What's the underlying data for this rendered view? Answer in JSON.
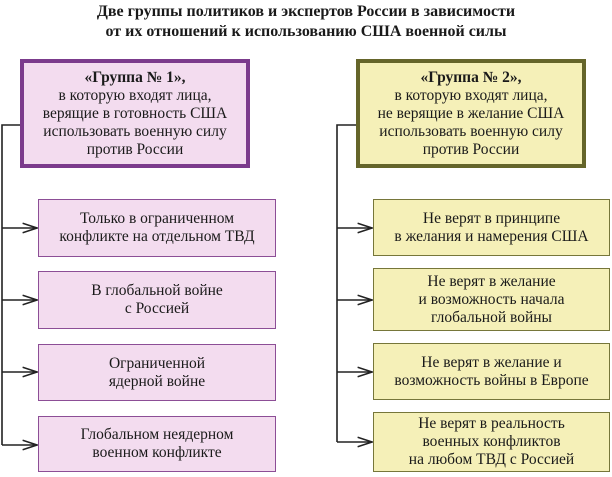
{
  "title": {
    "line1": "Две группы политиков и экспертов России в зависимости",
    "line2": "от их отношений к использованию США военной силы"
  },
  "group1": {
    "heading": "«Группа № 1»,",
    "lines": [
      "в которую входят лица,",
      "верящие в готовность США",
      "использовать военную силу",
      "против России"
    ],
    "items": [
      [
        "Только в ограниченном",
        "конфликте на отдельном ТВД"
      ],
      [
        "В глобальной войне",
        "с Россией"
      ],
      [
        "Ограниченной",
        "ядерной войне"
      ],
      [
        "Глобальном неядерном",
        "военном конфликте"
      ]
    ]
  },
  "group2": {
    "heading": "«Группа № 2»,",
    "lines": [
      "в которую входят лица,",
      "не верящие в желание США",
      "использовать военную силу",
      "против России"
    ],
    "items": [
      [
        "Не верят в принципе",
        "в желания и намерения США"
      ],
      [
        "Не верят в желание",
        "и возможность начала",
        "глобальной войны"
      ],
      [
        "Не верят в желание и",
        "возможность войны в Европе"
      ],
      [
        "Не верят в реальность",
        "военных конфликтов",
        "на любом ТВД с Россией"
      ]
    ]
  },
  "colors": {
    "group1_border": "#7b3b8c",
    "group1_fill": "#f3dcef",
    "group2_border": "#65652a",
    "group2_fill": "#f5f0b8"
  }
}
